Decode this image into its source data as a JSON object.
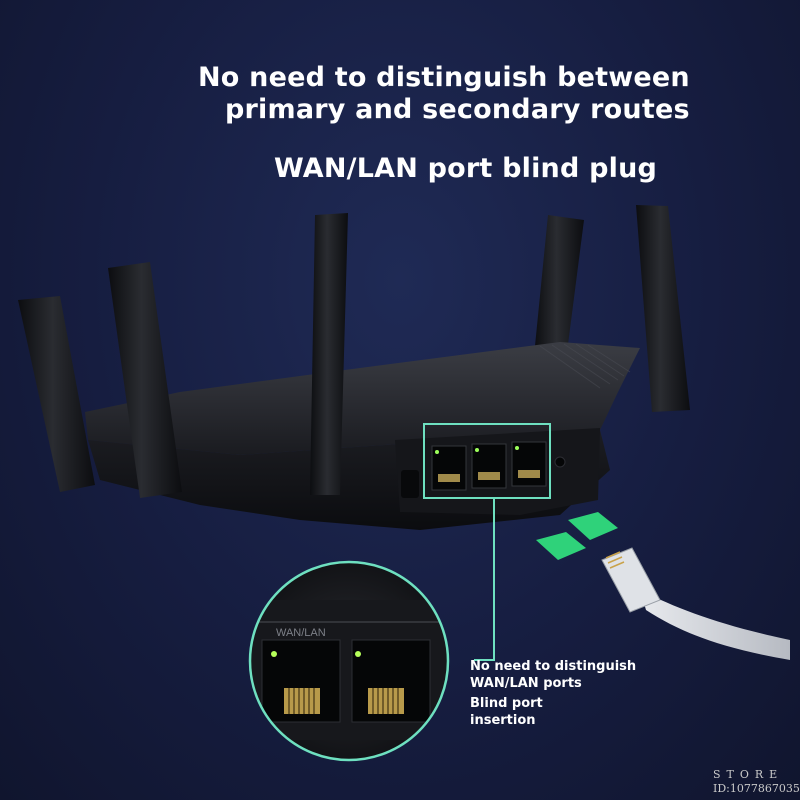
{
  "headline": {
    "line1": "No need to distinguish between",
    "line2": "primary and secondary routes",
    "line3": "WAN/LAN port blind plug"
  },
  "callout": {
    "zoom_label": "WAN/LAN",
    "note_line1": "No need to distinguish",
    "note_line2": "WAN/LAN ports",
    "note_line3": "Blind port",
    "note_line4": "insertion"
  },
  "watermark": {
    "store": "STORE",
    "id": "ID:1077867035"
  },
  "colors": {
    "background": "#161d40",
    "highlight": "#6ee0c0",
    "arrow": "#2fd27a",
    "text": "#ffffff"
  }
}
